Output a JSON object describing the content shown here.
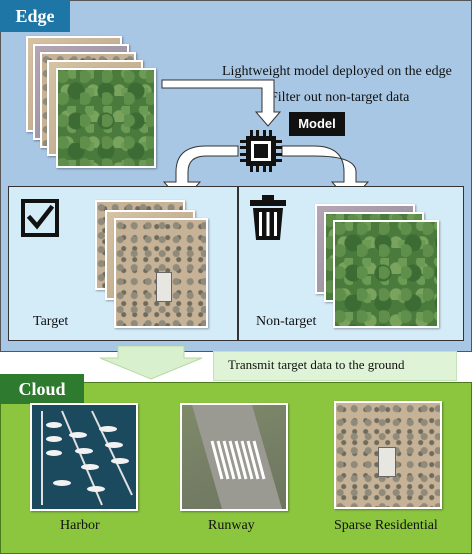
{
  "edge": {
    "tag": "Edge",
    "caption_model": "Lightweight model deployed on the edge",
    "caption_filter": "Filter out non-target data",
    "model_label": "Model",
    "target_label": "Target",
    "nontarget_label": "Non-target"
  },
  "transfer": {
    "caption": "Transmit target data to the ground"
  },
  "cloud": {
    "tag": "Cloud",
    "categories": [
      "Harbor",
      "Runway",
      "Sparse Residential"
    ]
  },
  "colors": {
    "edge_panel": "#a8c7e4",
    "edge_tag": "#1d76a6",
    "subpanel": "#d4ecf8",
    "cloud_panel": "#8cc63f",
    "cloud_tag": "#2e7a2e",
    "model_badge": "#111111"
  },
  "icons": [
    "chip-icon",
    "checkbox-checked-icon",
    "trash-icon",
    "arrow-icon"
  ]
}
